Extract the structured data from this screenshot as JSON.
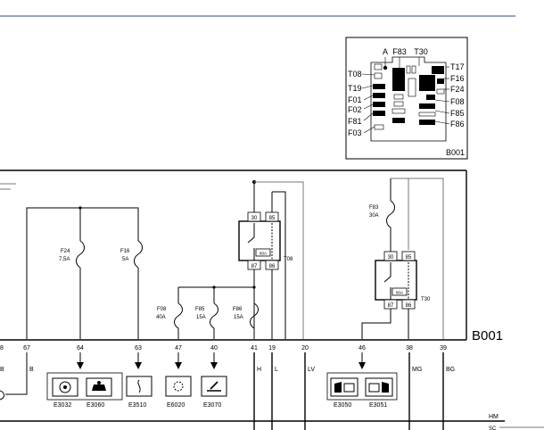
{
  "header": {
    "rule_color": "#5a6e9a"
  },
  "inset": {
    "labels_top": [
      "A",
      "F83",
      "T30"
    ],
    "labels_right": [
      "T17",
      "F16",
      "F24",
      "F08",
      "F85",
      "F86"
    ],
    "labels_left": [
      "T08",
      "T19",
      "F01",
      "F02",
      "F81",
      "F03"
    ],
    "caption": "B001"
  },
  "block": {
    "name": "B001"
  },
  "fuses": [
    {
      "id": "F24",
      "rating": "7,5A"
    },
    {
      "id": "F16",
      "rating": "5A"
    },
    {
      "id": "F08",
      "rating": "40A"
    },
    {
      "id": "F85",
      "rating": "15A"
    },
    {
      "id": "F86",
      "rating": "15A"
    },
    {
      "id": "F83",
      "rating": "30A"
    }
  ],
  "relays": [
    {
      "id": "T08",
      "pins": [
        "30",
        "85",
        "87",
        "86"
      ],
      "tag": "80A"
    },
    {
      "id": "T30",
      "pins": [
        "30",
        "85",
        "87",
        "86"
      ],
      "tag": "80A"
    }
  ],
  "connector_pins": [
    "8",
    "67",
    "64",
    "63",
    "47",
    "40",
    "41",
    "19",
    "20",
    "46",
    "38",
    "39"
  ],
  "wire_labels": [
    "B",
    "B",
    "H",
    "L",
    "LV",
    "MG",
    "BG"
  ],
  "components": [
    "E3032",
    "E3060",
    "E3510",
    "E6020",
    "E3070",
    "E3050",
    "E3051"
  ],
  "harness": {
    "label": "HM",
    "label2": "SC"
  }
}
